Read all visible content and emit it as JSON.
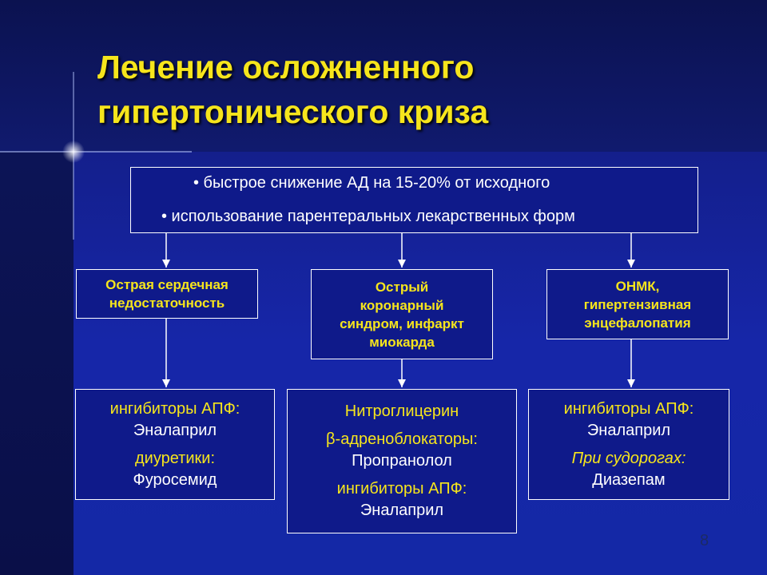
{
  "title": {
    "line1": "Лечение осложненного",
    "line2": "гипертонического криза"
  },
  "principles": [
    "• быстрое снижение АД на 15-20% от исходного",
    "• использование парентеральных лекарственных форм"
  ],
  "categories": [
    {
      "lines": [
        "Острая сердечная",
        "недостаточность"
      ]
    },
    {
      "lines": [
        "Острый",
        "коронарный",
        "синдром, инфаркт",
        "миокарда"
      ]
    },
    {
      "lines": [
        "ОНМК,",
        "гипертензивная",
        "энцефалопатия"
      ]
    }
  ],
  "treatments": [
    {
      "groups": [
        {
          "class": "ингибиторы АПФ:",
          "drug": "Эналаприл"
        },
        {
          "class": "диуретики:",
          "drug": "Фуросемид"
        }
      ]
    },
    {
      "groups": [
        {
          "class": "Нитроглицерин",
          "drug": ""
        },
        {
          "class": "β-адреноблокаторы:",
          "drug": "Пропранолол"
        },
        {
          "class": "ингибиторы АПФ:",
          "drug": "Эналаприл"
        }
      ]
    },
    {
      "groups": [
        {
          "class": "ингибиторы АПФ:",
          "drug": "Эналаприл"
        },
        {
          "class": "При судорогах:",
          "drug": "Диазепам"
        }
      ]
    }
  ],
  "page_number": "8",
  "colors": {
    "title": "#f6e51c",
    "category_text": "#f6e51c",
    "drug_text": "#ffffff",
    "background": "#0a0f4d",
    "panel": "#1626a8"
  }
}
